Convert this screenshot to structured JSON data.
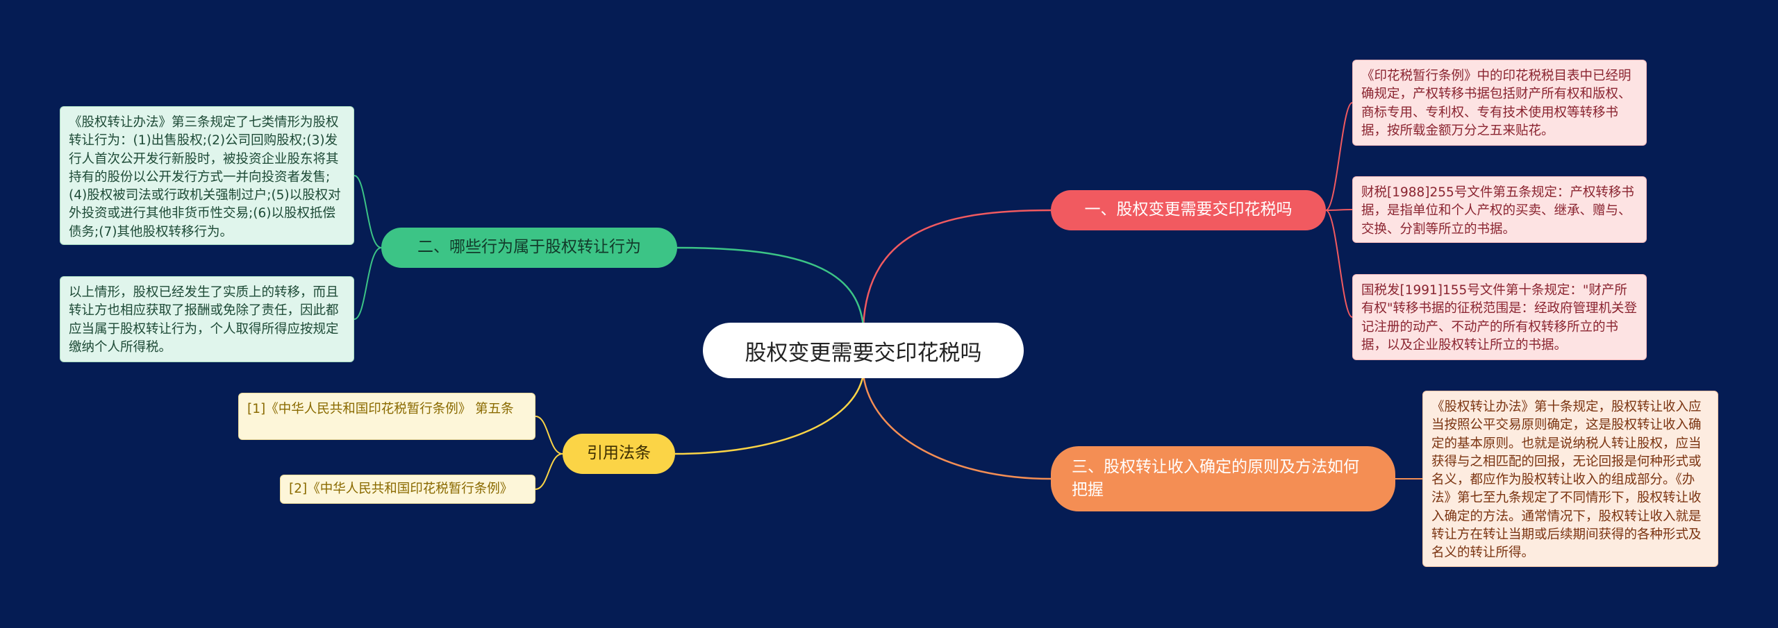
{
  "center": {
    "label": "股权变更需要交印花税吗"
  },
  "branches": {
    "b1": {
      "label": "一、股权变更需要交印花税吗",
      "leaves": [
        "《印花税暂行条例》中的印花税税目表中已经明确规定，产权转移书据包括财产所有权和版权、商标专用、专利权、专有技术使用权等转移书据，按所载金额万分之五来贴花。",
        "财税[1988]255号文件第五条规定：产权转移书据，是指单位和个人产权的买卖、继承、赠与、交换、分割等所立的书据。",
        "国税发[1991]155号文件第十条规定：\"财产所有权\"转移书据的征税范围是：经政府管理机关登记注册的动产、不动产的所有权转移所立的书据，以及企业股权转让所立的书据。"
      ]
    },
    "b2": {
      "label": "二、哪些行为属于股权转让行为",
      "leaves": [
        "《股权转让办法》第三条规定了七类情形为股权转让行为：(1)出售股权;(2)公司回购股权;(3)发行人首次公开发行新股时，被投资企业股东将其持有的股份以公开发行方式一并向投资者发售;(4)股权被司法或行政机关强制过户;(5)以股权对外投资或进行其他非货币性交易;(6)以股权抵偿债务;(7)其他股权转移行为。",
        "以上情形，股权已经发生了实质上的转移，而且转让方也相应获取了报酬或免除了责任，因此都应当属于股权转让行为，个人取得所得应按规定缴纳个人所得税。"
      ]
    },
    "b3": {
      "label": "三、股权转让收入确定的原则及方法如何把握",
      "leaves": [
        "《股权转让办法》第十条规定，股权转让收入应当按照公平交易原则确定，这是股权转让收入确定的基本原则。也就是说纳税人转让股权，应当获得与之相匹配的回报，无论回报是何种形式或名义，都应作为股权转让收入的组成部分。《办法》第七至九条规定了不同情形下，股权转让收入确定的方法。通常情况下，股权转让收入就是转让方在转让当期或后续期间获得的各种形式及名义的转让所得。"
      ]
    },
    "ref": {
      "label": "引用法条",
      "leaves": [
        "[1]《中华人民共和国印花税暂行条例》 第五条",
        "[2]《中华人民共和国印花税暂行条例》"
      ]
    }
  },
  "colors": {
    "background": "#051c54",
    "b1": "#f15a60",
    "b2": "#3cc486",
    "b3": "#f48e54",
    "ref": "#fbd446"
  }
}
